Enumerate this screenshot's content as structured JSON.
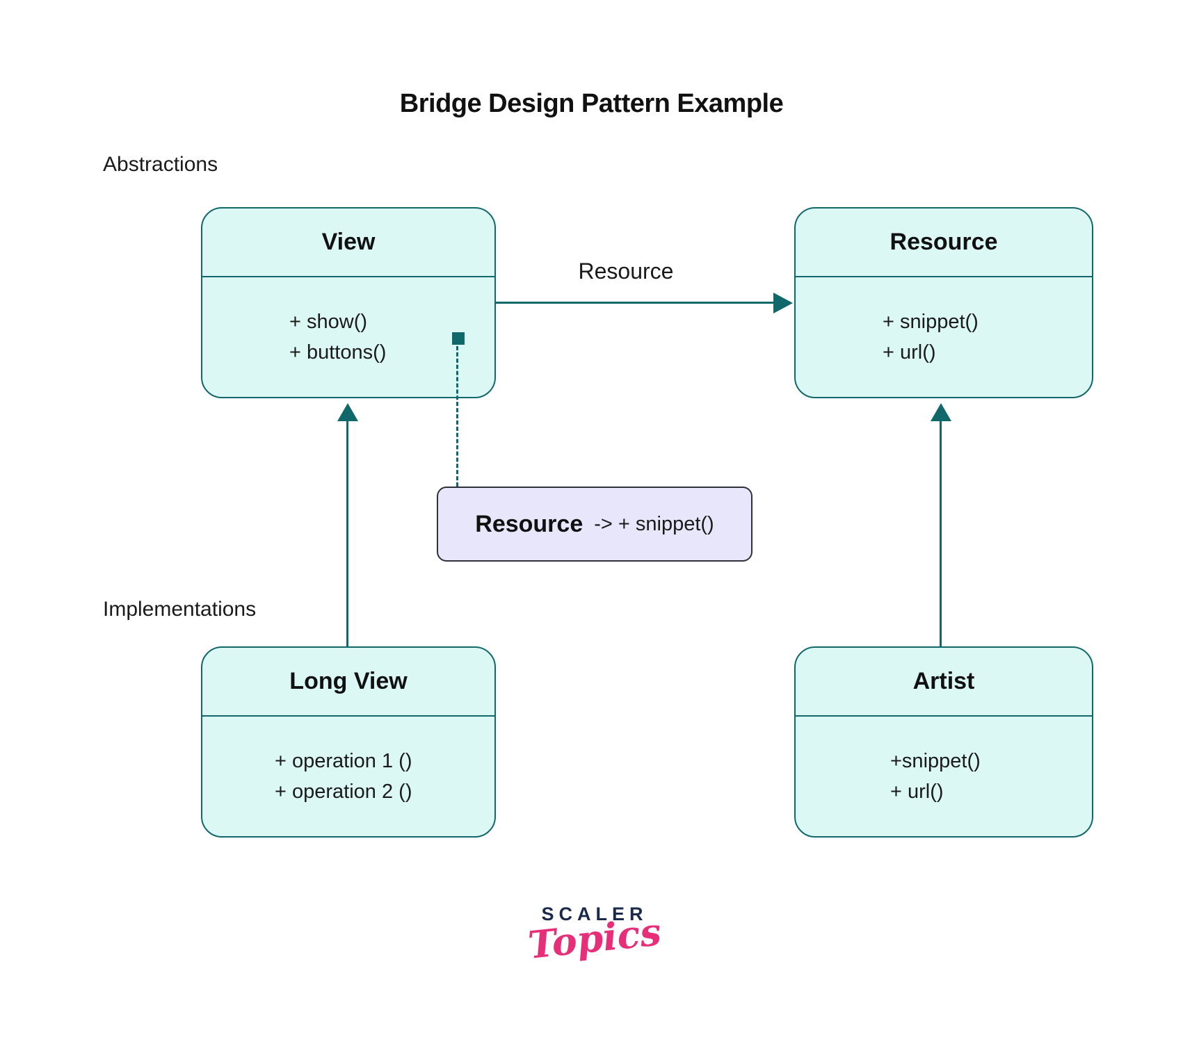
{
  "page": {
    "title": "Bridge Design Pattern Example"
  },
  "section_labels": {
    "abstractions": "Abstractions",
    "implementations": "Implementations"
  },
  "classes": {
    "view": {
      "name": "View",
      "methods": [
        "+ show()",
        "+ buttons()"
      ]
    },
    "resource": {
      "name": "Resource",
      "methods": [
        "+ snippet()",
        "+ url()"
      ]
    },
    "long_view": {
      "name": "Long View",
      "methods": [
        "+ operation 1 ()",
        "+ operation 2 ()"
      ]
    },
    "artist": {
      "name": "Artist",
      "methods": [
        "+snippet()",
        "+ url()"
      ]
    }
  },
  "connectors": {
    "bridge_arrow_label": "Resource",
    "note": {
      "title": "Resource",
      "detail": "-> + snippet()"
    }
  },
  "logo": {
    "brand": "SCALER",
    "sub": "Topics"
  },
  "colors": {
    "line_teal": "#11686a",
    "box_fill": "#dcf8f4",
    "note_fill": "#e8e6fa",
    "note_border": "#30303c",
    "logo_navy": "#1b2a4b",
    "logo_pink": "#e72f79",
    "text": "#1a1a1a"
  }
}
